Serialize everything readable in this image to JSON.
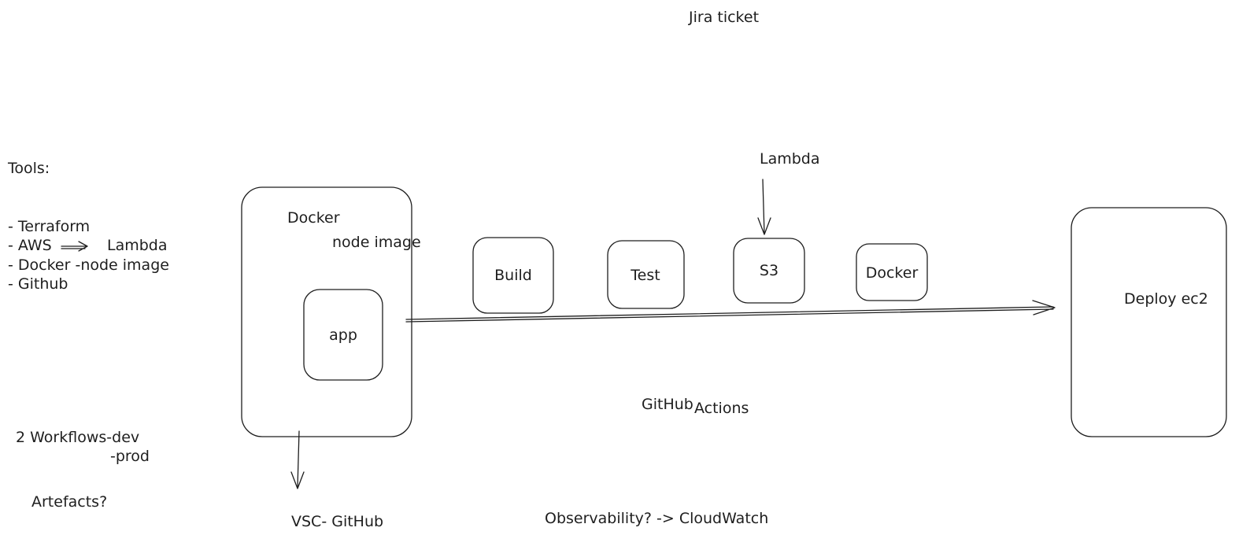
{
  "header": {
    "ticket_label": "Jira ticket"
  },
  "tools": {
    "title": "Tools:",
    "items": [
      "- Terraform",
      "- AWS",
      "- Docker -node image",
      "- Github"
    ],
    "aws_target": "Lambda"
  },
  "workflows": {
    "line1": "2 Workflows-dev",
    "line2": "-prod"
  },
  "artefacts_label": "Artefacts?",
  "docker_container": {
    "title": "Docker",
    "subtitle": "node image",
    "app_label": "app"
  },
  "vsc_label": "VSC- GitHub",
  "pipeline": {
    "steps": [
      "Build",
      "Test",
      "S3",
      "Docker"
    ],
    "lambda_label": "Lambda",
    "actions_label_1": "GitHub",
    "actions_label_2": "Actions"
  },
  "deploy_label": "Deploy ec2",
  "observability_label": "Observability? -> CloudWatch"
}
